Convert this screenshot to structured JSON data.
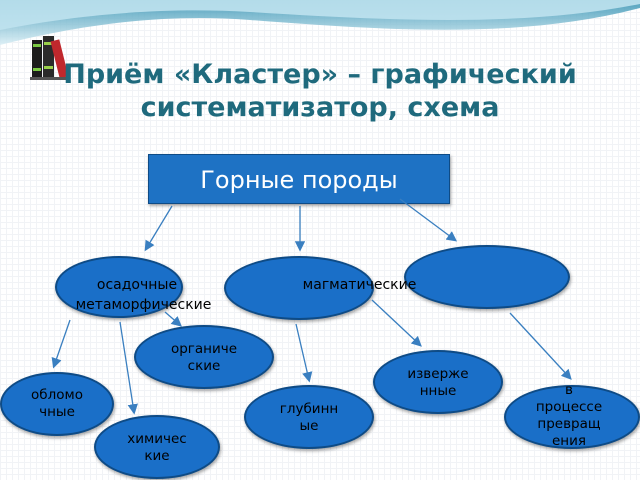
{
  "title": "Приём «Кластер» – графический систематизатор, схема",
  "root": "Горные породы",
  "nodes": {
    "sedimentary": "осадочные",
    "metamorphic": "метаморфические",
    "magmatic": "магматические",
    "organic": "органиче\nские",
    "clastic": "обломо\nчные",
    "chemical": "химичес\nкие",
    "deep": "глубинн\nые",
    "erupted": "изверже\nнные",
    "transform": "в\nпроцессе\nпревращ\nения"
  },
  "colors": {
    "node_fill": "#1a6fc8",
    "title": "#1f6a7d",
    "arrow": "#3a7fc0"
  }
}
